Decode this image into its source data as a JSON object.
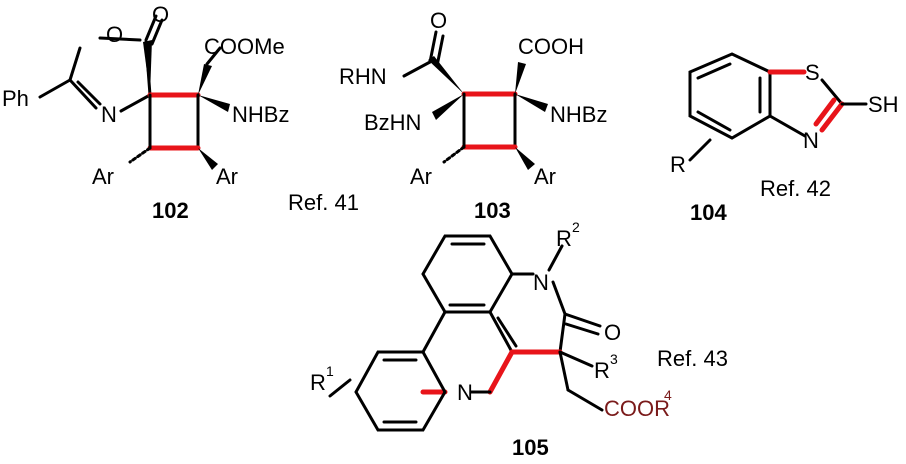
{
  "colors": {
    "bond": "#000000",
    "highlight": "#e8141a",
    "ester_text": "#7a1a1a"
  },
  "c102": {
    "id": "102",
    "ref": "Ref. 41",
    "labels": {
      "o_carbonyl": "O",
      "o_ring": "O",
      "n_ring": "N",
      "ph": "Ph",
      "coome": "COOMe",
      "nhbz": "NHBz",
      "ar_left": "Ar",
      "ar_right": "Ar"
    }
  },
  "c103": {
    "id": "103",
    "labels": {
      "o_amide": "O",
      "rhn": "RHN",
      "cooh": "COOH",
      "bzhn": "BzHN",
      "nhbz": "NHBz",
      "ar_left": "Ar",
      "ar_right": "Ar"
    }
  },
  "c104": {
    "id": "104",
    "ref": "Ref. 42",
    "labels": {
      "s_ring": "S",
      "sh": "SH",
      "n_ring": "N",
      "r": "R"
    }
  },
  "c105": {
    "id": "105",
    "ref": "Ref. 43",
    "labels": {
      "r1": "R",
      "r1_sup": "1",
      "r2": "R",
      "r2_sup": "2",
      "r3": "R",
      "r3_sup": "3",
      "n_amide": "N",
      "o_amide": "O",
      "n_ring": "N",
      "ester": "COOR",
      "ester_sup": "4"
    }
  }
}
